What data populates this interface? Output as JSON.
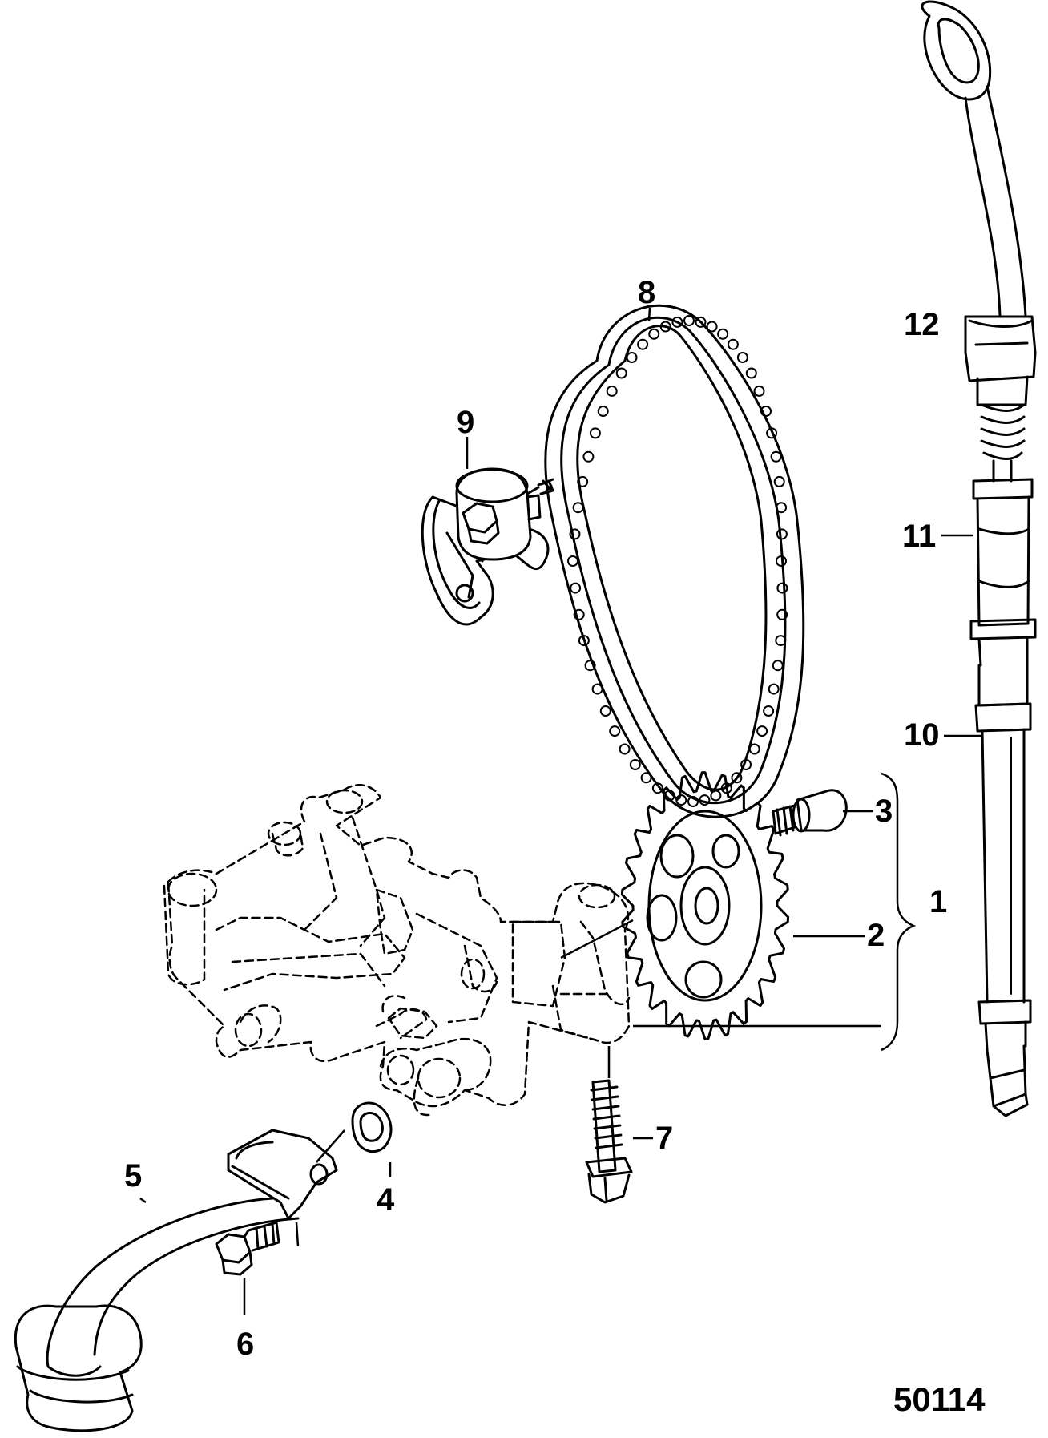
{
  "callouts": {
    "c1": "1",
    "c2": "2",
    "c3": "3",
    "c4": "4",
    "c5": "5",
    "c6": "6",
    "c7": "7",
    "c8": "8",
    "c9": "9",
    "c10": "10",
    "c11": "11",
    "c12": "12"
  },
  "diagram_ref": "50114"
}
